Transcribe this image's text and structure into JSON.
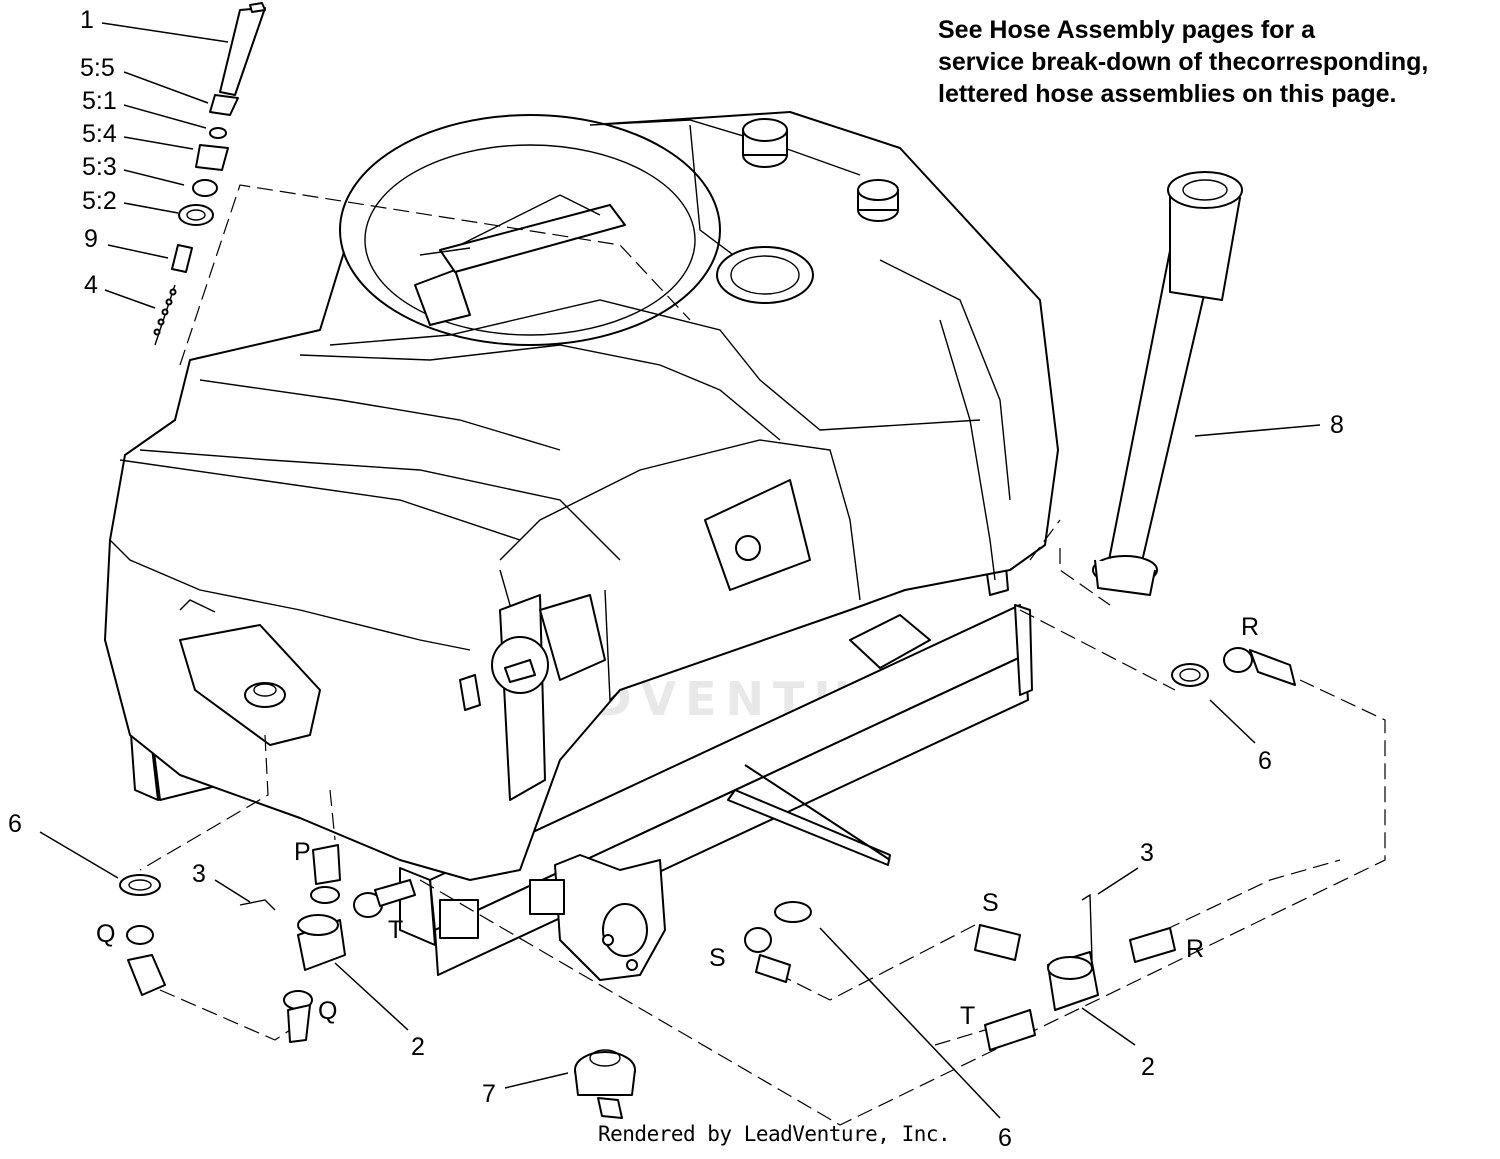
{
  "note": {
    "line1": "See Hose Assembly pages for a",
    "line2": "service break-down of thecorresponding,",
    "line3": "lettered hose assemblies on this page."
  },
  "credit": "Rendered by LeadVenture, Inc.",
  "watermark": "LEADVENTURE",
  "callouts": {
    "c1": "1",
    "c55": "5:5",
    "c51": "5:1",
    "c54": "5:4",
    "c53": "5:3",
    "c52": "5:2",
    "c9": "9",
    "c4": "4",
    "c8": "8",
    "r_top": "R",
    "c6_right": "6",
    "c6_left": "6",
    "c3_left": "3",
    "p": "P",
    "t_left": "T",
    "q_top": "Q",
    "q_bottom": "Q",
    "c2_left": "2",
    "c3_right": "3",
    "s_right": "S",
    "s_mid": "S",
    "r_right": "R",
    "t_right": "T",
    "c2_right": "2",
    "c6_bottom": "6",
    "c7": "7"
  },
  "icons": {
    "tank": "sprayer-tank-icon",
    "frame": "tank-frame-icon",
    "pipe": "fill-pipe-icon",
    "valve": "three-way-valve-icon"
  }
}
